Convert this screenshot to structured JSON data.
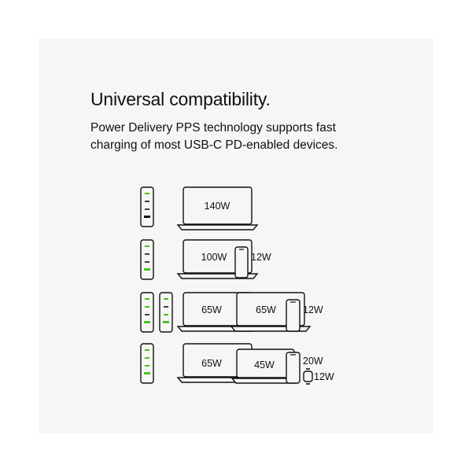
{
  "heading": "Universal compatibility.",
  "subtitle_line1": "Power Delivery PPS technology supports fast",
  "subtitle_line2": "charging of most USB-C PD-enabled devices.",
  "colors": {
    "panel": "#f7f6f4",
    "outline": "#111111",
    "active_port": "#48c21f"
  },
  "rows": [
    {
      "label_laptop_1": "140W"
    },
    {
      "label_laptop_1": "100W",
      "label_phone": "12W"
    },
    {
      "label_laptop_1": "65W",
      "label_laptop_2": "65W",
      "label_phone": "12W"
    },
    {
      "label_laptop_1": "65W",
      "label_laptop_2": "45W",
      "label_phone": "20W",
      "label_watch": "12W"
    }
  ]
}
